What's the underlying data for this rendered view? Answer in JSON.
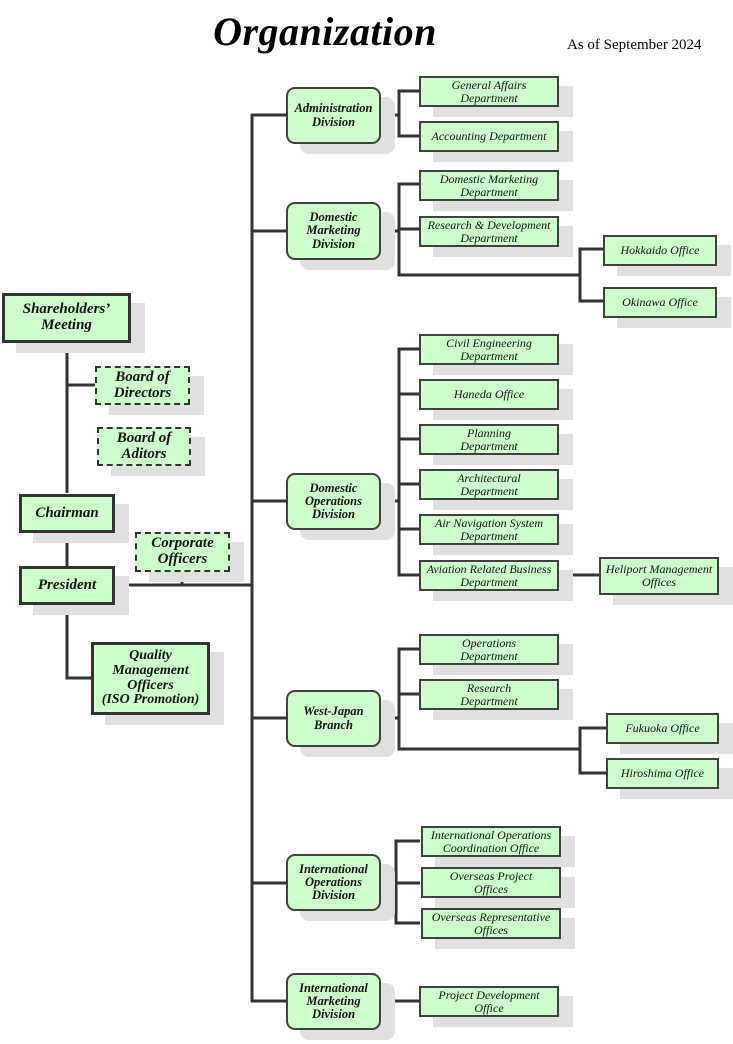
{
  "header": {
    "title": "Organization",
    "as_of": "As of September 2024"
  },
  "colors": {
    "box_fill": "#ccffcc",
    "box_border": "#404040",
    "shadow": "#e0e0e0",
    "connector": "#333333"
  },
  "executive": {
    "shareholders": "Shareholders’\nMeeting",
    "board_directors": "Board of\nDirectors",
    "board_auditors": "Board of\nAditors",
    "chairman": "Chairman",
    "president": "President",
    "corporate_officers": "Corporate\nOfficers",
    "quality": "Quality\nManagement\nOfficers\n(ISO Promotion)"
  },
  "divisions": [
    {
      "name": "Administration\nDivision",
      "departments": [
        "General Affairs\nDepartment",
        "Accounting Department"
      ]
    },
    {
      "name": "Domestic\nMarketing\nDivision",
      "departments": [
        "Domestic Marketing\nDepartment",
        "Research & Development\nDepartment"
      ],
      "offices": [
        "Hokkaido Office",
        "Okinawa Office"
      ]
    },
    {
      "name": "Domestic\nOperations\nDivision",
      "departments": [
        "Civil Engineering\nDepartment",
        "Haneda Office",
        "Planning\nDepartment",
        "Architectural\nDepartment",
        "Air Navigation System\nDepartment",
        "Aviation Related Business\nDepartment"
      ],
      "sub_office": "Heliport Management\nOffices"
    },
    {
      "name": "West-Japan\nBranch",
      "departments": [
        "Operations\nDepartment",
        "Research\nDepartment"
      ],
      "offices": [
        "Fukuoka Office",
        "Hiroshima Office"
      ]
    },
    {
      "name": "International\nOperations\nDivision",
      "departments": [
        "International Operations\nCoordination Office",
        "Overseas Project\nOffices",
        "Overseas Representative\nOffices"
      ]
    },
    {
      "name": "International\nMarketing\nDivision",
      "departments": [
        "Project Development\nOffice"
      ]
    }
  ]
}
